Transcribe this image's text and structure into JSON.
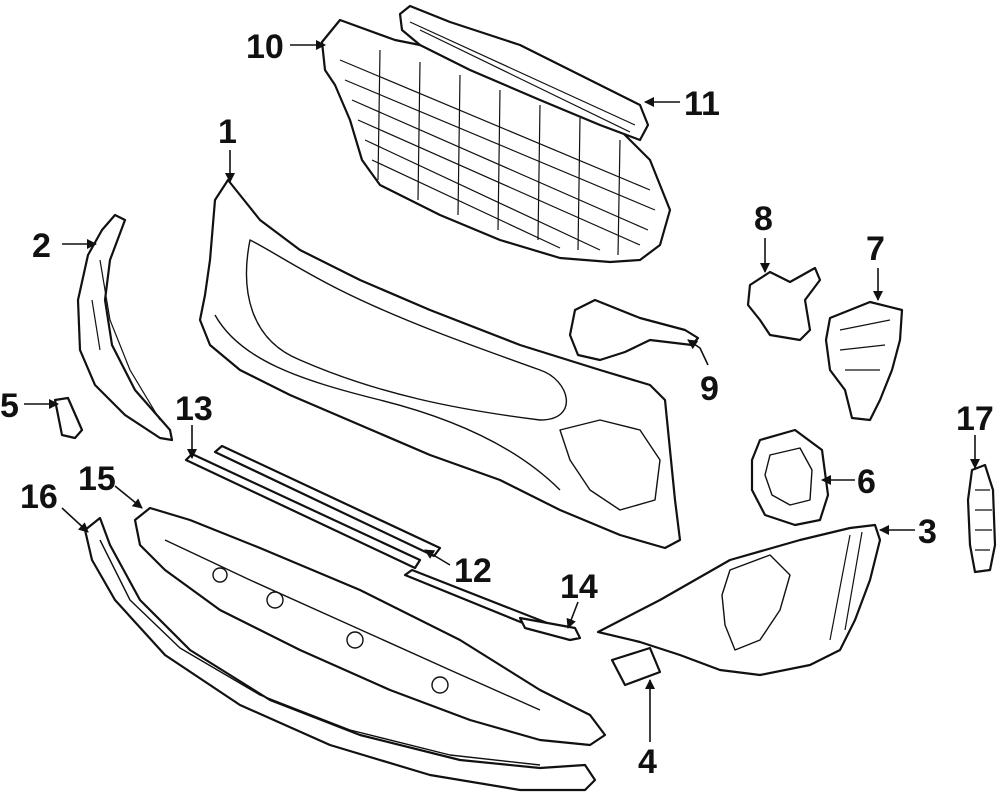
{
  "diagram": {
    "callouts": [
      {
        "id": "c1",
        "label": "1"
      },
      {
        "id": "c2",
        "label": "2"
      },
      {
        "id": "c3",
        "label": "3"
      },
      {
        "id": "c4",
        "label": "4"
      },
      {
        "id": "c5",
        "label": "5"
      },
      {
        "id": "c6",
        "label": "6"
      },
      {
        "id": "c7",
        "label": "7"
      },
      {
        "id": "c8",
        "label": "8"
      },
      {
        "id": "c9",
        "label": "9"
      },
      {
        "id": "c10",
        "label": "10"
      },
      {
        "id": "c11",
        "label": "11"
      },
      {
        "id": "c12",
        "label": "12"
      },
      {
        "id": "c13",
        "label": "13"
      },
      {
        "id": "c14",
        "label": "14"
      },
      {
        "id": "c15",
        "label": "15"
      },
      {
        "id": "c16",
        "label": "16"
      },
      {
        "id": "c17",
        "label": "17"
      }
    ],
    "colors": {
      "line": "#111111",
      "background": "#ffffff"
    }
  }
}
